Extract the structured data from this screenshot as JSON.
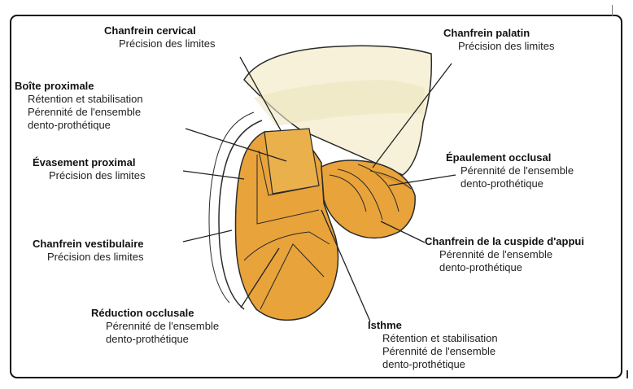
{
  "labels": {
    "chanfrein_cervical": {
      "title": "Chanfrein cervical",
      "lines": [
        "Précision des limites"
      ]
    },
    "chanfrein_palatin": {
      "title": "Chanfrein palatin",
      "lines": [
        "Précision des limites"
      ]
    },
    "boite_proximale": {
      "title": "Boîte proximale",
      "lines": [
        "Rétention et stabilisation",
        "Pérennité de l'ensemble",
        "dento-prothétique"
      ]
    },
    "evasement_proximal": {
      "title": "Évasement proximal",
      "lines": [
        "Précision des limites"
      ]
    },
    "epaulement_occlusal": {
      "title": "Épaulement occlusal",
      "lines": [
        "Pérennité de l'ensemble",
        "dento-prothétique"
      ]
    },
    "chanfrein_vestibulaire": {
      "title": "Chanfrein vestibulaire",
      "lines": [
        "Précision des limites"
      ]
    },
    "chanfrein_cuspide": {
      "title": "Chanfrein de la cuspide d'appui",
      "lines": [
        "Pérennité de l'ensemble",
        "dento-prothétique"
      ]
    },
    "reduction_occlusale": {
      "title": "Réduction occlusale",
      "lines": [
        "Pérennité de l'ensemble",
        "dento-prothétique"
      ]
    },
    "isthme": {
      "title": "Isthme",
      "lines": [
        "Rétention et stabilisation",
        "Pérennité de l'ensemble",
        "dento-prothétique"
      ]
    }
  },
  "colors": {
    "prep_fill": "#e8a33a",
    "prep_shade": "#c9801f",
    "tooth_fill": "#f6f1d8",
    "outline": "#2a2a2a"
  }
}
